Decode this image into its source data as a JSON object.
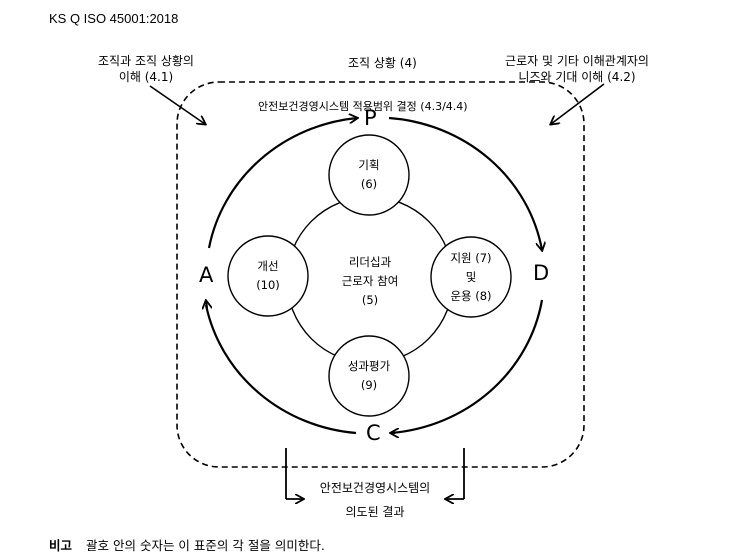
{
  "header": {
    "standard": "KS Q ISO 45001:2018"
  },
  "context_labels": {
    "org_context_understanding": [
      "조직과 조직 상황의",
      "이해 (4.1)"
    ],
    "org_context": "조직 상황 (4)",
    "worker_needs": [
      "근로자 및 기타 이해관계자의",
      "니즈와 기대 이해 (4.2)"
    ],
    "scope": "안전보건경영시스템 적용범위 결정 (4.3/4.4)"
  },
  "cycle_letters": {
    "plan": "P",
    "do": "D",
    "check": "C",
    "act": "A"
  },
  "nodes": {
    "planning": [
      "기획",
      "(6)"
    ],
    "support": [
      "지원 (7)",
      "및",
      "운용 (8)"
    ],
    "evaluation": [
      "성과평가",
      "(9)"
    ],
    "improvement": [
      "개선",
      "(10)"
    ],
    "leadership": [
      "리더십과",
      "근로자 참여",
      "(5)"
    ]
  },
  "outcome": [
    "안전보건경영시스템의",
    "의도된 결과"
  ],
  "footnote": {
    "label": "비고",
    "text": "괄호 안의 숫자는 이 표준의 각 절을 의미한다."
  }
}
